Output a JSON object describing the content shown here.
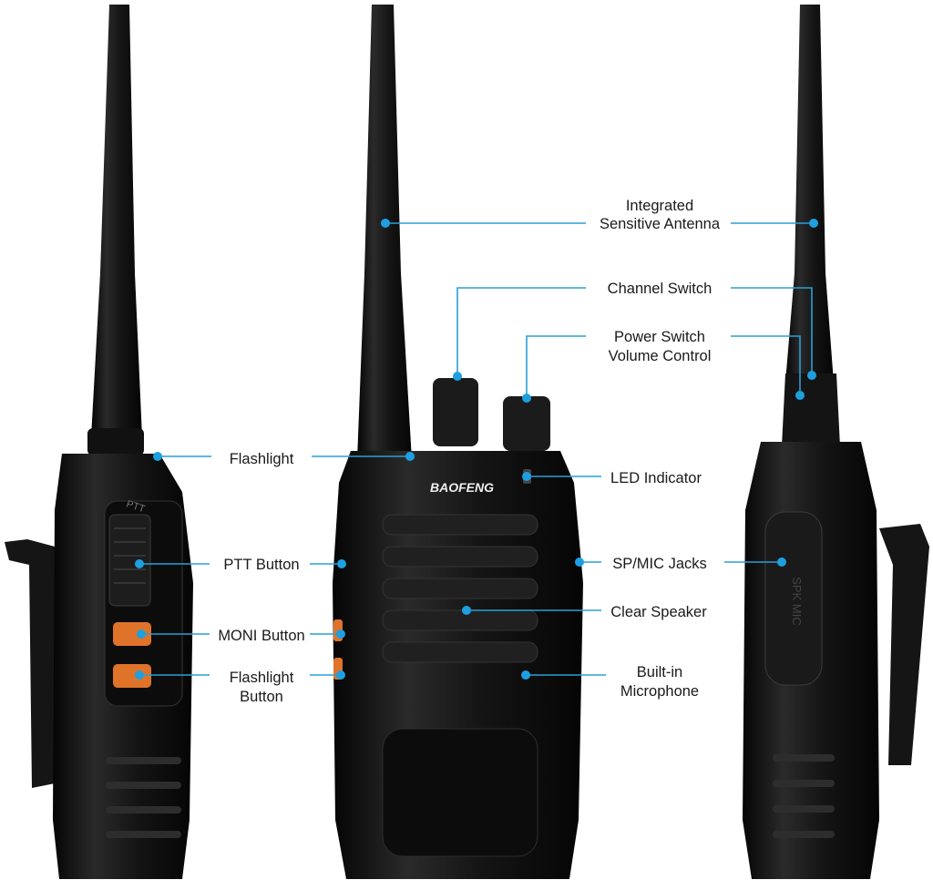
{
  "brand": "BAOFENG",
  "colors": {
    "leader_line": "#2a9fd6",
    "dot": "#1ea0e0",
    "radio_body": "#111111",
    "buttons": "#e0732a"
  },
  "callouts": {
    "antenna": [
      "Integrated",
      "Sensitive Antenna"
    ],
    "channel_switch": [
      "Channel Switch"
    ],
    "power_switch": [
      "Power Switch",
      "Volume Control"
    ],
    "flashlight": [
      "Flashlight"
    ],
    "led_indicator": [
      "LED Indicator"
    ],
    "ptt_button": [
      "PTT Button"
    ],
    "sp_mic_jacks": [
      "SP/MIC Jacks"
    ],
    "clear_speaker": [
      "Clear Speaker"
    ],
    "moni_button": [
      "MONI Button"
    ],
    "flashlight_button": [
      "Flashlight",
      "Button"
    ],
    "microphone": [
      "Built-in",
      "Microphone"
    ]
  },
  "side_markings": {
    "ptt": "PTT",
    "jack_cover": "SPK MIC"
  }
}
